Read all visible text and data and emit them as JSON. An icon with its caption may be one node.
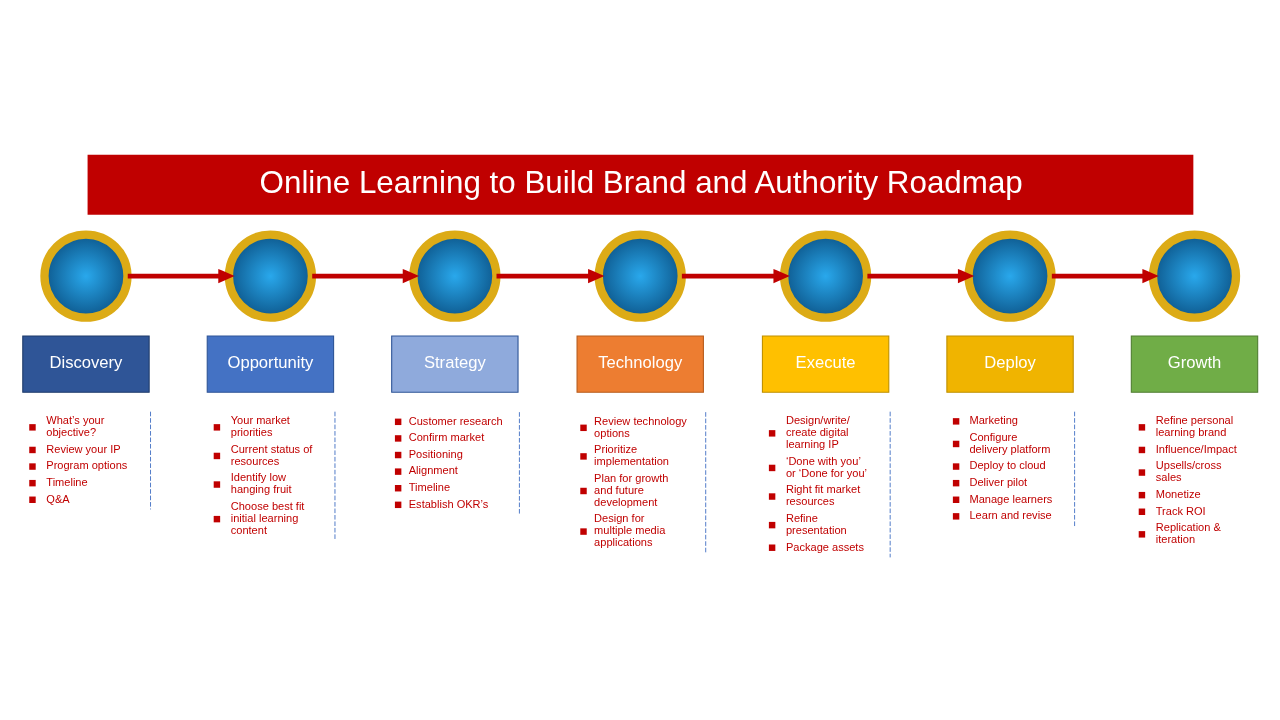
{
  "diagram": {
    "title": "Online Learning to Build Brand and Authority Roadmap",
    "nodes": [
      {
        "text": [],
        "shape": "circle"
      },
      {
        "text": [],
        "shape": "circle"
      },
      {
        "text": [],
        "shape": "circle"
      },
      {
        "text": [],
        "shape": "circle"
      },
      {
        "text": [],
        "shape": "circle"
      },
      {
        "text": [],
        "shape": "circle"
      },
      {
        "text": [],
        "shape": "circle"
      },
      {
        "text": [
          "Discovery"
        ],
        "beside": [
          "What’s your objective?",
          "Review your IP",
          "Program options",
          "Timeline",
          "Q&A"
        ]
      },
      {
        "text": [
          "Opportunity"
        ],
        "beside": [
          "Your market priorities",
          "Current status of resources",
          "Identify low hanging fruit",
          "Choose best fit initial learning content"
        ]
      },
      {
        "text": [
          "Strategy"
        ],
        "beside": [
          "Customer research",
          "Confirm market",
          "Positioning",
          "Alignment",
          "Timeline",
          "Establish OKR’s"
        ]
      },
      {
        "text": [
          "Technology"
        ],
        "beside": [
          "Review technology options",
          "Prioritize implementation",
          "Plan for growth and future development",
          "Design for multiple media applications"
        ]
      },
      {
        "text": [
          "Execute"
        ],
        "beside": [
          "Design/write/ create digital learning IP",
          "‘Done with you’ or ‘Done for you’",
          "Right fit market resources",
          "Refine presentation",
          "Package assets"
        ]
      },
      {
        "text": [
          "Deploy"
        ],
        "beside": [
          "Marketing",
          "Configure delivery platform",
          "Deploy to cloud",
          "Deliver pilot",
          "Manage learners",
          "Learn and revise"
        ]
      },
      {
        "text": [
          "Growth"
        ],
        "beside": [
          "Refine personal learning brand",
          "Influence/Impact",
          "Upsells/cross sales",
          "Monetize",
          "Track ROI",
          "Replication & iteration"
        ]
      }
    ],
    "edges": [
      {
        "from": 0,
        "to": 1,
        "arrow": "to"
      },
      {
        "from": 1,
        "to": 2,
        "arrow": "to"
      },
      {
        "from": 2,
        "to": 3,
        "arrow": "to"
      },
      {
        "from": 3,
        "to": 4,
        "arrow": "to"
      },
      {
        "from": 4,
        "to": 5,
        "arrow": "to"
      },
      {
        "from": 5,
        "to": 6,
        "arrow": "to"
      }
    ]
  }
}
